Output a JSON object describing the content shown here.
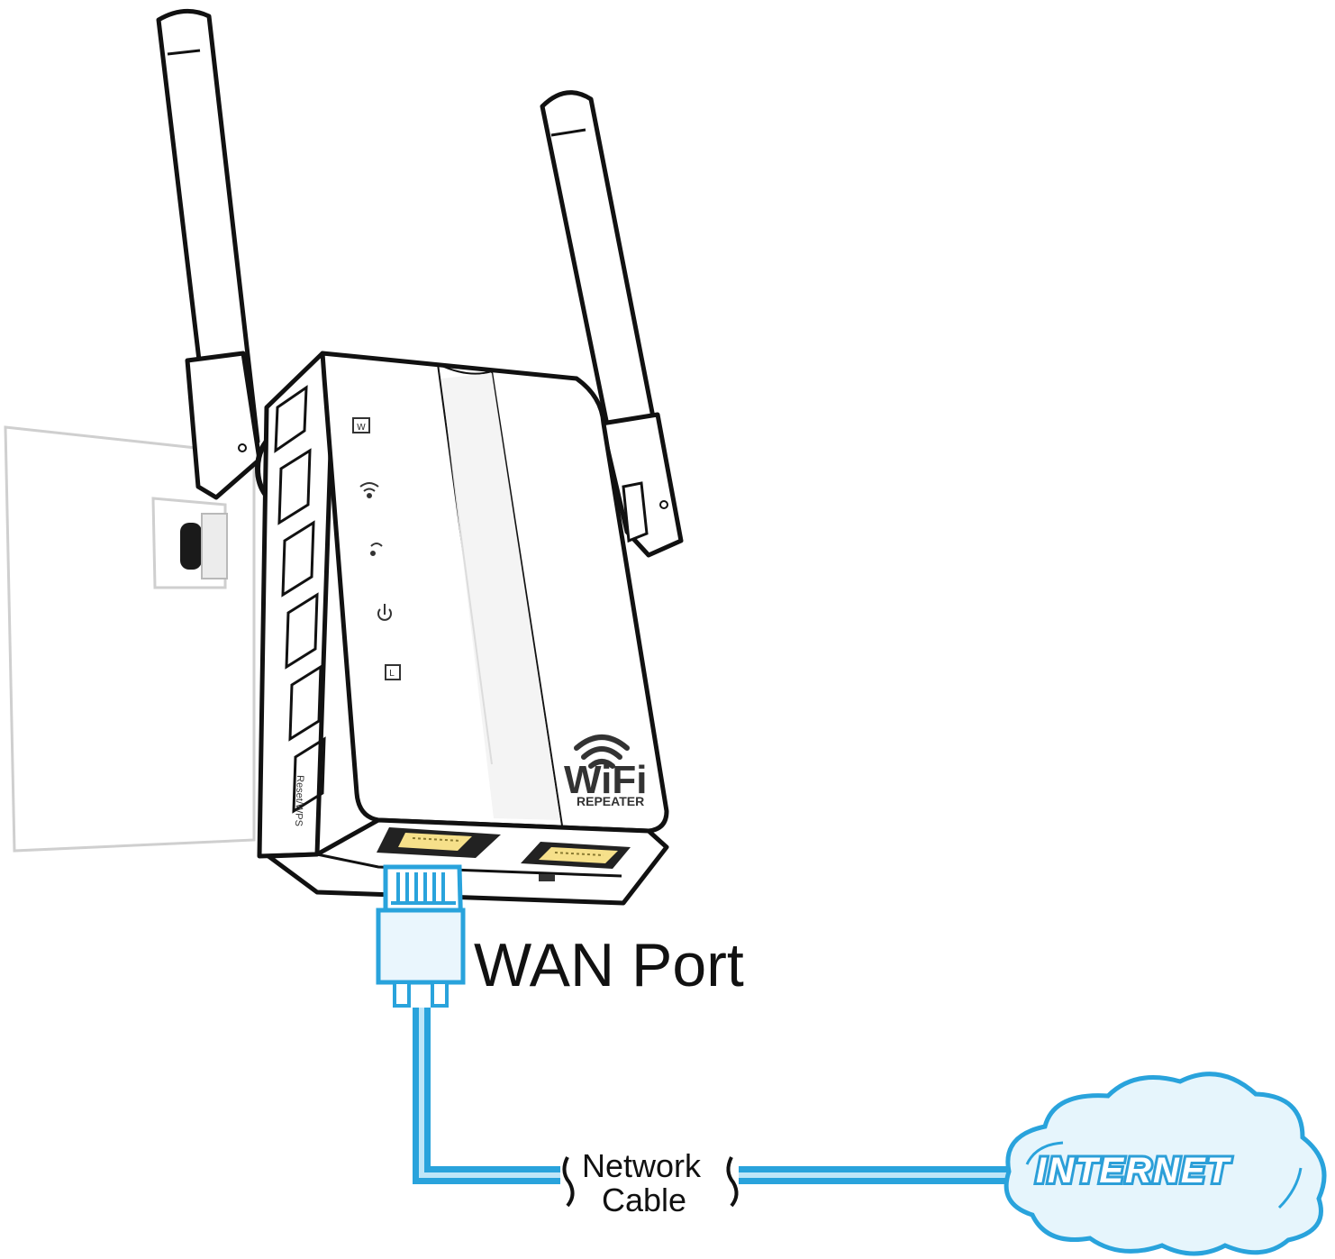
{
  "labels": {
    "wan_port": "WAN Port",
    "network_cable_line1": "Network",
    "network_cable_line2": "Cable",
    "internet": "INTERNET"
  },
  "device": {
    "logo_text": "WiFi",
    "logo_subtext": "REPEATER",
    "side_label": "Reset/WPS",
    "leds": [
      {
        "icon": "w-box-icon",
        "glyph": "W"
      },
      {
        "icon": "wifi-signal-icon",
        "glyph": ""
      },
      {
        "icon": "wifi-small-icon",
        "glyph": ""
      },
      {
        "icon": "power-icon",
        "glyph": ""
      },
      {
        "icon": "lan-box-icon",
        "glyph": "L"
      }
    ]
  },
  "colors": {
    "cable_blue": "#29a3dc",
    "cable_light": "#bfe6f8",
    "line_black": "#111111",
    "cloud_fill": "#e6f5fc",
    "internet_text": "#2c9fd8"
  }
}
